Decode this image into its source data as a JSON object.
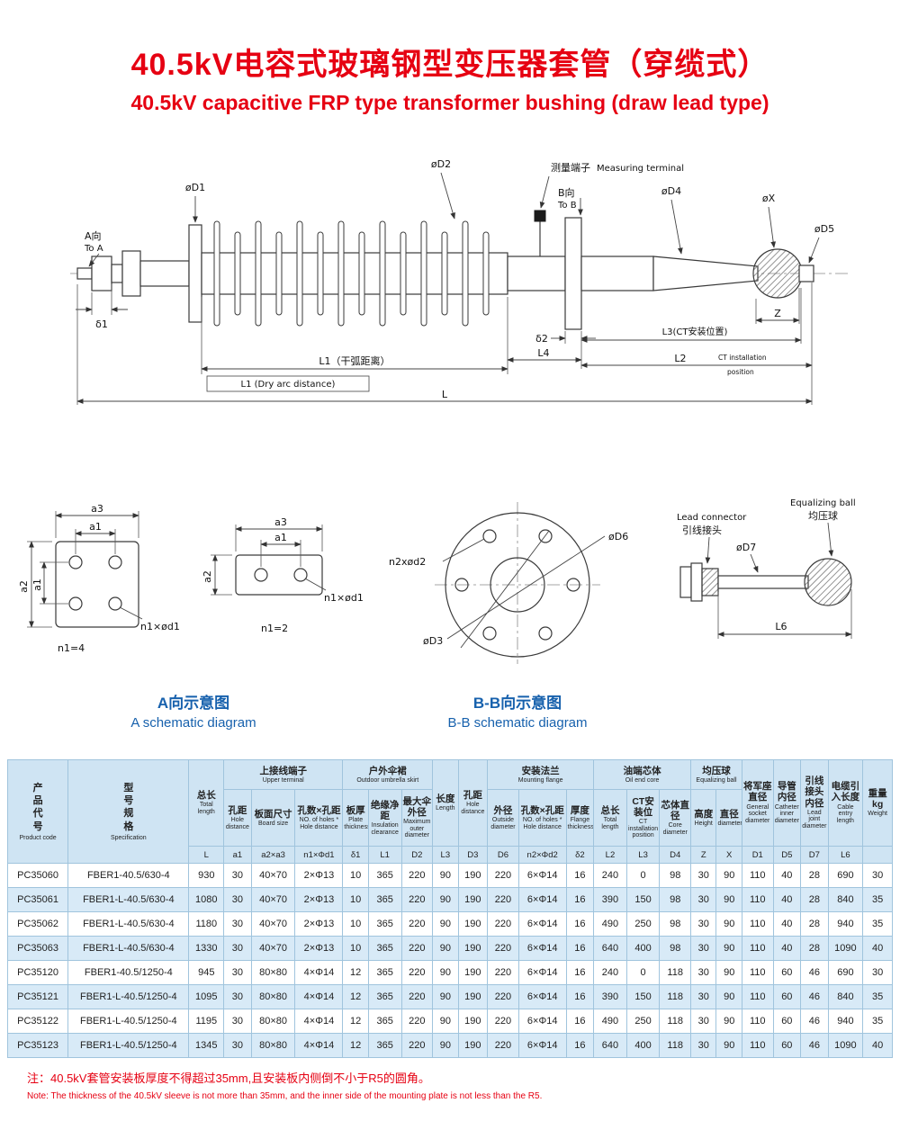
{
  "page": {
    "title_zh": "40.5kV电容式玻璃钢型变压器套管（穿缆式）",
    "title_en": "40.5kV capacitive FRP type transformer bushing (draw lead type)",
    "note_zh": "注：40.5kV套管安装板厚度不得超过35mm,且安装板内侧倒不小于R5的圆角。",
    "note_en": "Note: The thickness of the 40.5kV sleeve is not more than 35mm, and the inner side of the mounting plate is not less than the R5."
  },
  "colors": {
    "accent_red": "#e60012",
    "caption_blue": "#1761ad",
    "table_header_blue": "#cfe4f3",
    "table_alt_row_blue": "#d8eaf7"
  },
  "diagram": {
    "main": {
      "to_a_zh": "A向",
      "to_a_en": "To A",
      "d1": "øD1",
      "d2": "øD2",
      "d4": "øD4",
      "x": "øX",
      "d5": "øD5",
      "measuring_zh": "测量端子",
      "measuring_en": "Measuring terminal",
      "to_b_zh": "B向",
      "to_b_en": "To B",
      "delta1": "δ1",
      "delta2": "δ2",
      "l1_dim": "L1（干弧距离）",
      "l1_box": "L1 (Dry arc distance)",
      "l4": "L4",
      "l3_ct": "L3(CT安装位置)",
      "l2": "L2",
      "ct_line1": "CT installation",
      "ct_line2": "position",
      "z": "Z",
      "l": "L"
    },
    "square": {
      "a3": "a3",
      "a1_top": "a1",
      "a2": "a2",
      "a1_left": "a1",
      "n1d1": "n1×ød1",
      "caption": "n1=4"
    },
    "plate2": {
      "a3": "a3",
      "a1": "a1",
      "a2": "a2",
      "n1d1": "n1×ød1",
      "caption": "n1=2"
    },
    "flange_view": {
      "n2d2": "n2xød2",
      "d6": "øD6",
      "d3": "øD3"
    },
    "ball_view": {
      "lead_en": "Lead connector",
      "lead_zh": "引线接头",
      "ball_en": "Equalizing ball",
      "ball_zh": "均压球",
      "d7": "øD7",
      "l6": "L6"
    },
    "captions": {
      "a_zh": "A向示意图",
      "a_en": "A schematic diagram",
      "b_zh": "B-B向示意图",
      "b_en": "B-B schematic diagram"
    }
  },
  "table": {
    "head": {
      "product_code": {
        "zh": "产品代号",
        "en": "Product code"
      },
      "spec": {
        "zh": "型号规格",
        "en": "Specification"
      },
      "total_length": {
        "zh": "总长",
        "en": "Total length",
        "sym": "L"
      },
      "groups": {
        "upper_terminal": {
          "zh": "上接线端子",
          "en": "Upper terminal"
        },
        "umbrella": {
          "zh": "户外伞裙",
          "en": "Outdoor umbrella skirt"
        },
        "flange": {
          "zh": "安装法兰",
          "en": "Mounting flange"
        },
        "oil_core": {
          "zh": "油端芯体",
          "en": "Oil end core"
        },
        "ball": {
          "zh": "均压球",
          "en": "Equalizing ball"
        }
      },
      "hole_distance_a1": {
        "zh": "孔距",
        "en": "Hole distance",
        "sym": "a1"
      },
      "board_size": {
        "zh": "板面尺寸",
        "en": "Board size",
        "sym": "a2×a3"
      },
      "holes_n1": {
        "zh": "孔数×孔距",
        "en": "NO. of holes * Hole distance",
        "sym": "n1×Φd1"
      },
      "plate_thickness": {
        "zh": "板厚",
        "en": "Plate thickness",
        "sym": "δ1"
      },
      "insulation": {
        "zh": "绝缘净距",
        "en": "Insulation clearance",
        "sym": "L1"
      },
      "max_outer": {
        "zh": "最大伞外径",
        "en": "Maximum outer diameter",
        "sym": "D2"
      },
      "length_l3": {
        "zh": "长度",
        "en": "Length",
        "sym": "L3"
      },
      "hole_distance_d3": {
        "zh": "孔距",
        "en": "Hole distance",
        "sym": "D3"
      },
      "outside_dia": {
        "zh": "外径",
        "en": "Outside diameter",
        "sym": "D6"
      },
      "holes_n2": {
        "zh": "孔数×孔距",
        "en": "NO. of holes * Hole distance",
        "sym": "n2×Φd2"
      },
      "flange_thickness": {
        "zh": "厚度",
        "en": "Flange thickness",
        "sym": "δ2"
      },
      "core_total": {
        "zh": "总长",
        "en": "Total length",
        "sym": "L2"
      },
      "ct_pos": {
        "zh": "CT安装位",
        "en": "CT installation position",
        "sym": "L3"
      },
      "core_dia": {
        "zh": "芯体直径",
        "en": "Core diameter",
        "sym": "D4"
      },
      "height": {
        "zh": "高度",
        "en": "Height",
        "sym": "Z"
      },
      "diameter": {
        "zh": "直径",
        "en": "diameter",
        "sym": "X"
      },
      "general_socket": {
        "zh": "将军座直径",
        "en": "General socket diameter",
        "sym": "D1"
      },
      "catheter": {
        "zh": "导管内径",
        "en": "Catheter inner diameter",
        "sym": "D5"
      },
      "lead_joint": {
        "zh": "引线接头内径",
        "en": "Lead joint diameter",
        "sym": "D7"
      },
      "cable_entry": {
        "zh": "电缆引入长度",
        "en": "Cable entry length",
        "sym": "L6"
      },
      "weight": {
        "zh": "重量",
        "unit": "kg",
        "en": "Weight",
        "sym": ""
      }
    },
    "symbols": [
      "L",
      "a1",
      "a2×a3",
      "n1×Φd1",
      "δ1",
      "L1",
      "D2",
      "L3",
      "D3",
      "D6",
      "n2×Φd2",
      "δ2",
      "L2",
      "L3",
      "D4",
      "Z",
      "X",
      "D1",
      "D5",
      "D7",
      "L6",
      ""
    ],
    "rows": [
      [
        "PC35060",
        "FBER1-40.5/630-4",
        "930",
        "30",
        "40×70",
        "2×Φ13",
        "10",
        "365",
        "220",
        "90",
        "190",
        "220",
        "6×Φ14",
        "16",
        "240",
        "0",
        "98",
        "30",
        "90",
        "110",
        "40",
        "28",
        "690",
        "30"
      ],
      [
        "PC35061",
        "FBER1-L-40.5/630-4",
        "1080",
        "30",
        "40×70",
        "2×Φ13",
        "10",
        "365",
        "220",
        "90",
        "190",
        "220",
        "6×Φ14",
        "16",
        "390",
        "150",
        "98",
        "30",
        "90",
        "110",
        "40",
        "28",
        "840",
        "35"
      ],
      [
        "PC35062",
        "FBER1-L-40.5/630-4",
        "1180",
        "30",
        "40×70",
        "2×Φ13",
        "10",
        "365",
        "220",
        "90",
        "190",
        "220",
        "6×Φ14",
        "16",
        "490",
        "250",
        "98",
        "30",
        "90",
        "110",
        "40",
        "28",
        "940",
        "35"
      ],
      [
        "PC35063",
        "FBER1-L-40.5/630-4",
        "1330",
        "30",
        "40×70",
        "2×Φ13",
        "10",
        "365",
        "220",
        "90",
        "190",
        "220",
        "6×Φ14",
        "16",
        "640",
        "400",
        "98",
        "30",
        "90",
        "110",
        "40",
        "28",
        "1090",
        "40"
      ],
      [
        "PC35120",
        "FBER1-40.5/1250-4",
        "945",
        "30",
        "80×80",
        "4×Φ14",
        "12",
        "365",
        "220",
        "90",
        "190",
        "220",
        "6×Φ14",
        "16",
        "240",
        "0",
        "118",
        "30",
        "90",
        "110",
        "60",
        "46",
        "690",
        "30"
      ],
      [
        "PC35121",
        "FBER1-L-40.5/1250-4",
        "1095",
        "30",
        "80×80",
        "4×Φ14",
        "12",
        "365",
        "220",
        "90",
        "190",
        "220",
        "6×Φ14",
        "16",
        "390",
        "150",
        "118",
        "30",
        "90",
        "110",
        "60",
        "46",
        "840",
        "35"
      ],
      [
        "PC35122",
        "FBER1-L-40.5/1250-4",
        "1195",
        "30",
        "80×80",
        "4×Φ14",
        "12",
        "365",
        "220",
        "90",
        "190",
        "220",
        "6×Φ14",
        "16",
        "490",
        "250",
        "118",
        "30",
        "90",
        "110",
        "60",
        "46",
        "940",
        "35"
      ],
      [
        "PC35123",
        "FBER1-L-40.5/1250-4",
        "1345",
        "30",
        "80×80",
        "4×Φ14",
        "12",
        "365",
        "220",
        "90",
        "190",
        "220",
        "6×Φ14",
        "16",
        "640",
        "400",
        "118",
        "30",
        "90",
        "110",
        "60",
        "46",
        "1090",
        "40"
      ]
    ]
  }
}
